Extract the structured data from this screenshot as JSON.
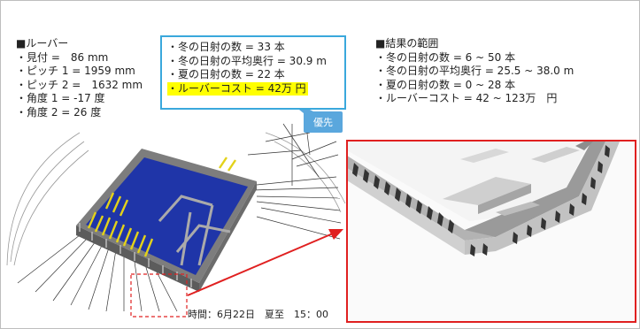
{
  "louver_spec": {
    "heading": "■ルーバー",
    "lines": [
      "・見付 =　86 mm",
      "・ピッチ 1 = 1959 mm",
      "・ピッチ 2 =　1632 mm",
      "・角度 1 = -17 度",
      "・角度 2 = 26 度"
    ]
  },
  "selected_result": {
    "lines": [
      "・冬の日射の数 = 33 本",
      "・冬の日射の平均奥行 = 30.9 m",
      "・夏の日射の数 = 22 本"
    ],
    "highlight_line": "・ルーバーコスト = 42万 円",
    "priority_badge": "優先"
  },
  "result_range": {
    "heading": "■結果の範囲",
    "lines": [
      "・冬の日射の数 = 6 ~ 50 本",
      "・冬の日射の平均奥行 = 25.5 ~ 38.0 m",
      "・夏の日射の数 = 0 ~ 28 本",
      "・ルーバーコスト = 42 ~ 123万　円"
    ]
  },
  "timestamp": "時間：6月22日　夏至　15：00",
  "colors": {
    "callout_border": "#3aa8dc",
    "highlight": "#ffff00",
    "accent_red": "#e02020",
    "floor_blue": "#1f35a8",
    "louver_yellow": "#e3d21a"
  }
}
